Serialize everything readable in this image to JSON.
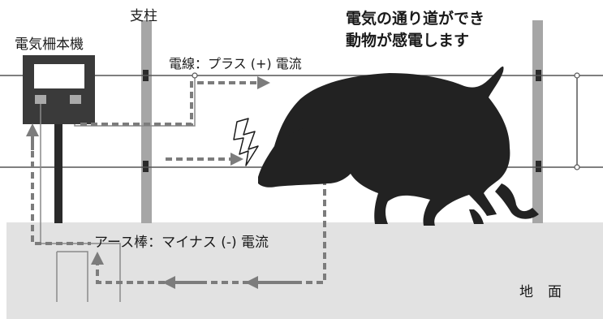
{
  "labels": {
    "post": "支柱",
    "energizer": "電気柵本機",
    "animal_line1": "電気の通り道ができ",
    "animal_line2": "動物が感電します",
    "wire": "電線：プラス (+) 電流",
    "earth_rod": "アース棒：マイナス (-) 電流",
    "ground": "地面"
  },
  "colors": {
    "ground": "#e2e2e2",
    "post": "#a6a6a6",
    "wire": "#555555",
    "current_arrow": "#7c7c7c",
    "energizer_body": "#3a3a3a",
    "energizer_terminal": "#aaaaaa",
    "animal": "#222222"
  },
  "icons": {
    "spark": "lightning-icon",
    "animal": "wild-boar-silhouette"
  }
}
